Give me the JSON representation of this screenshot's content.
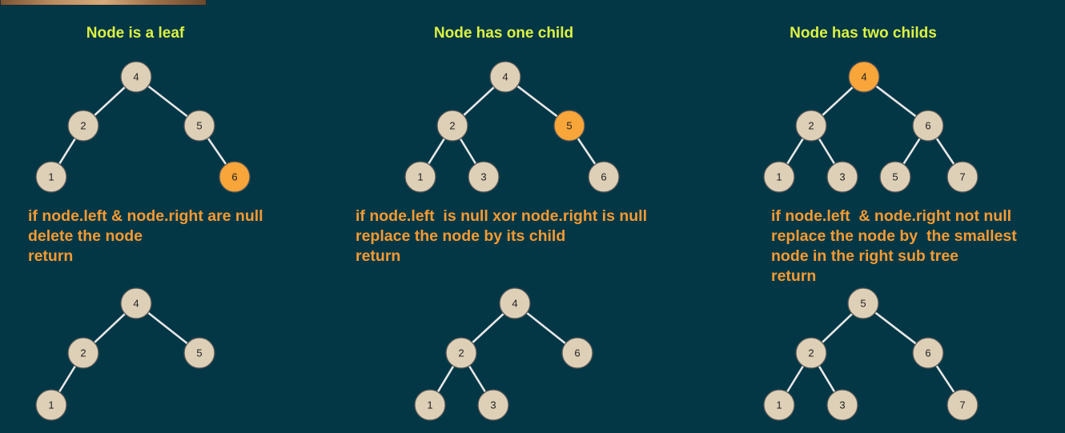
{
  "colors": {
    "background": "#033746",
    "heading": "#ddf142",
    "rule_text": "#f59a32",
    "node_fill": "#ddd0b7",
    "node_highlight": "#f8a53a",
    "node_stroke": "#555555",
    "edge": "#e6e6e6"
  },
  "panels": [
    {
      "heading": "Node is a leaf",
      "rule_lines": [
        "if node.left & node.right are null",
        "delete the node",
        "return"
      ],
      "before_tree": {
        "nodes": [
          {
            "id": "4",
            "label": "4",
            "highlight": false
          },
          {
            "id": "2",
            "label": "2",
            "highlight": false
          },
          {
            "id": "5",
            "label": "5",
            "highlight": false
          },
          {
            "id": "1",
            "label": "1",
            "highlight": false
          },
          {
            "id": "6",
            "label": "6",
            "highlight": true
          }
        ],
        "edges": [
          [
            "4",
            "2"
          ],
          [
            "4",
            "5"
          ],
          [
            "2",
            "1"
          ],
          [
            "5",
            "6"
          ]
        ]
      },
      "after_tree": {
        "nodes": [
          {
            "id": "4",
            "label": "4",
            "highlight": false
          },
          {
            "id": "2",
            "label": "2",
            "highlight": false
          },
          {
            "id": "5",
            "label": "5",
            "highlight": false
          },
          {
            "id": "1",
            "label": "1",
            "highlight": false
          }
        ],
        "edges": [
          [
            "4",
            "2"
          ],
          [
            "4",
            "5"
          ],
          [
            "2",
            "1"
          ]
        ]
      }
    },
    {
      "heading": "Node has one child",
      "rule_lines": [
        "if node.left  is null xor node.right is null",
        "replace the node by its child",
        "return"
      ],
      "before_tree": {
        "nodes": [
          {
            "id": "4",
            "label": "4",
            "highlight": false
          },
          {
            "id": "2",
            "label": "2",
            "highlight": false
          },
          {
            "id": "5",
            "label": "5",
            "highlight": true
          },
          {
            "id": "1",
            "label": "1",
            "highlight": false
          },
          {
            "id": "3",
            "label": "3",
            "highlight": false
          },
          {
            "id": "6",
            "label": "6",
            "highlight": false
          }
        ],
        "edges": [
          [
            "4",
            "2"
          ],
          [
            "4",
            "5"
          ],
          [
            "2",
            "1"
          ],
          [
            "2",
            "3"
          ],
          [
            "5",
            "6"
          ]
        ]
      },
      "after_tree": {
        "nodes": [
          {
            "id": "4",
            "label": "4",
            "highlight": false
          },
          {
            "id": "2",
            "label": "2",
            "highlight": false
          },
          {
            "id": "6",
            "label": "6",
            "highlight": false
          },
          {
            "id": "1",
            "label": "1",
            "highlight": false
          },
          {
            "id": "3",
            "label": "3",
            "highlight": false
          }
        ],
        "edges": [
          [
            "4",
            "2"
          ],
          [
            "4",
            "6"
          ],
          [
            "2",
            "1"
          ],
          [
            "2",
            "3"
          ]
        ]
      }
    },
    {
      "heading": "Node has two childs",
      "rule_lines": [
        "if node.left  & node.right not null",
        "replace the node by  the smallest",
        "node in the right sub tree",
        "return"
      ],
      "before_tree": {
        "nodes": [
          {
            "id": "4",
            "label": "4",
            "highlight": true
          },
          {
            "id": "2",
            "label": "2",
            "highlight": false
          },
          {
            "id": "6",
            "label": "6",
            "highlight": false
          },
          {
            "id": "1",
            "label": "1",
            "highlight": false
          },
          {
            "id": "3",
            "label": "3",
            "highlight": false
          },
          {
            "id": "5",
            "label": "5",
            "highlight": false
          },
          {
            "id": "7",
            "label": "7",
            "highlight": false
          }
        ],
        "edges": [
          [
            "4",
            "2"
          ],
          [
            "4",
            "6"
          ],
          [
            "2",
            "1"
          ],
          [
            "2",
            "3"
          ],
          [
            "6",
            "5"
          ],
          [
            "6",
            "7"
          ]
        ]
      },
      "after_tree": {
        "nodes": [
          {
            "id": "5",
            "label": "5",
            "highlight": false
          },
          {
            "id": "2",
            "label": "2",
            "highlight": false
          },
          {
            "id": "6",
            "label": "6",
            "highlight": false
          },
          {
            "id": "1",
            "label": "1",
            "highlight": false
          },
          {
            "id": "3",
            "label": "3",
            "highlight": false
          },
          {
            "id": "7",
            "label": "7",
            "highlight": false
          }
        ],
        "edges": [
          [
            "5",
            "2"
          ],
          [
            "5",
            "6"
          ],
          [
            "2",
            "1"
          ],
          [
            "2",
            "3"
          ],
          [
            "6",
            "7"
          ]
        ]
      }
    }
  ]
}
